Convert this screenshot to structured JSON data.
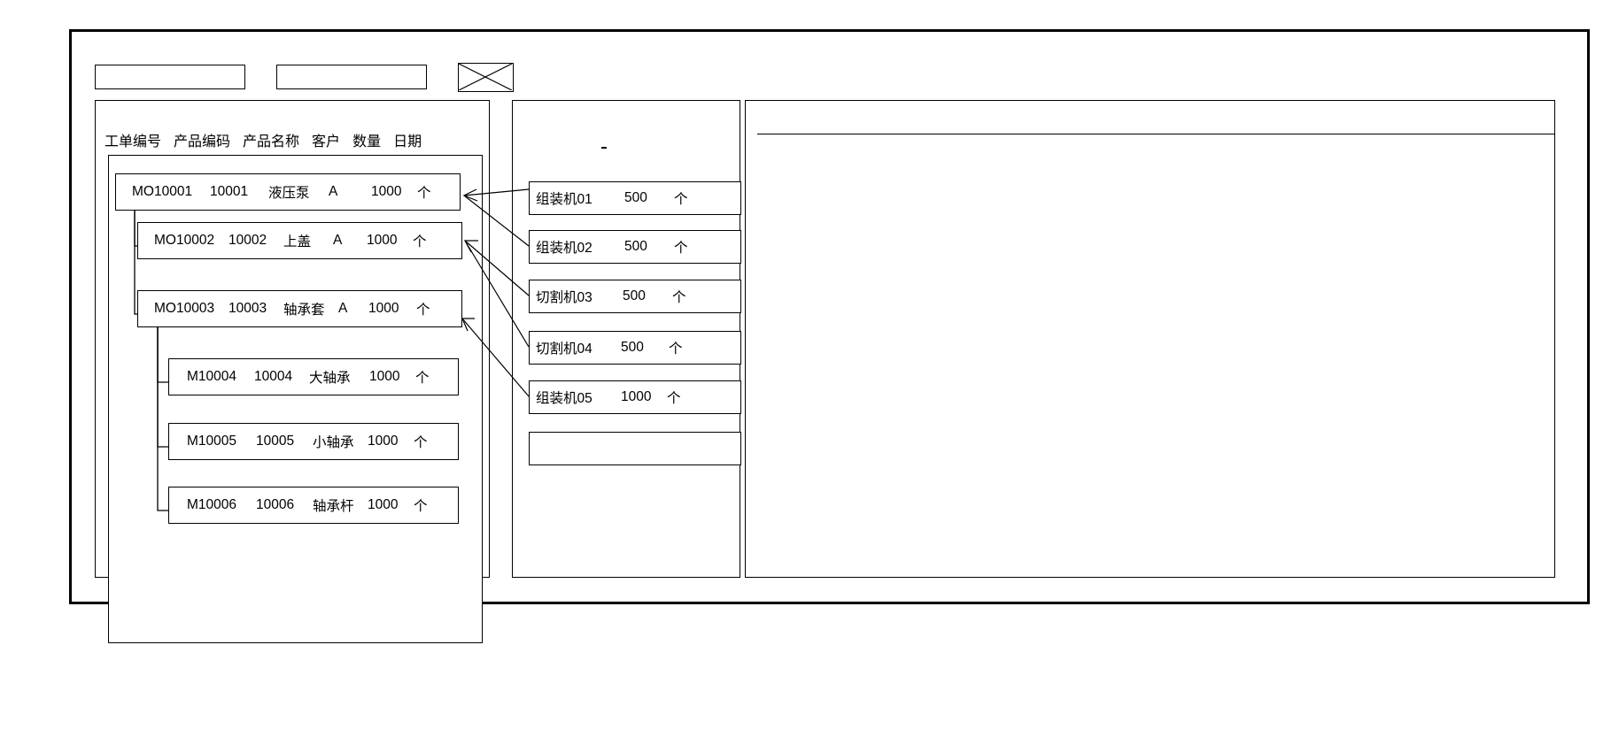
{
  "window": {
    "title": ""
  },
  "toolbar": {
    "field1_value": "",
    "field1_placeholder": "",
    "field2_value": "",
    "field2_placeholder": "",
    "image_placeholder_name": "image-placeholder-icon"
  },
  "left_panel": {
    "columns": [
      "工单编号",
      "产品编码",
      "产品名称",
      "客户",
      "数量",
      "日期"
    ],
    "rows": [
      {
        "level": 0,
        "order_no": "MO10001",
        "product_code": "10001",
        "product_name": "液压泵",
        "customer": "A",
        "qty": "1000",
        "unit": "个",
        "date": ""
      },
      {
        "level": 1,
        "order_no": "MO10002",
        "product_code": "10002",
        "product_name": "上盖",
        "customer": "A",
        "qty": "1000",
        "unit": "个",
        "date": ""
      },
      {
        "level": 1,
        "order_no": "MO10003",
        "product_code": "10003",
        "product_name": "轴承套",
        "customer": "A",
        "qty": "1000",
        "unit": "个",
        "date": ""
      },
      {
        "level": 2,
        "order_no": "M10004",
        "product_code": "10004",
        "product_name": "大轴承",
        "customer": "",
        "qty": "1000",
        "unit": "个",
        "date": ""
      },
      {
        "level": 2,
        "order_no": "M10005",
        "product_code": "10005",
        "product_name": "小轴承",
        "customer": "",
        "qty": "1000",
        "unit": "个",
        "date": ""
      },
      {
        "level": 2,
        "order_no": "M10006",
        "product_code": "10006",
        "product_name": "轴承杆",
        "customer": "",
        "qty": "1000",
        "unit": "个",
        "date": ""
      }
    ]
  },
  "mid_panel": {
    "machines": [
      {
        "name": "组装机01",
        "qty": "500",
        "unit": "个"
      },
      {
        "name": "组装机02",
        "qty": "500",
        "unit": "个"
      },
      {
        "name": "切割机03",
        "qty": "500",
        "unit": "个"
      },
      {
        "name": "切割机04",
        "qty": "500",
        "unit": "个"
      },
      {
        "name": "组装机05",
        "qty": "1000",
        "unit": "个"
      },
      {
        "name": "",
        "qty": "",
        "unit": ""
      }
    ]
  },
  "right_panel": {
    "header_text": "",
    "body_text": ""
  },
  "colors": {
    "stroke": "#000000",
    "background": "#ffffff"
  }
}
